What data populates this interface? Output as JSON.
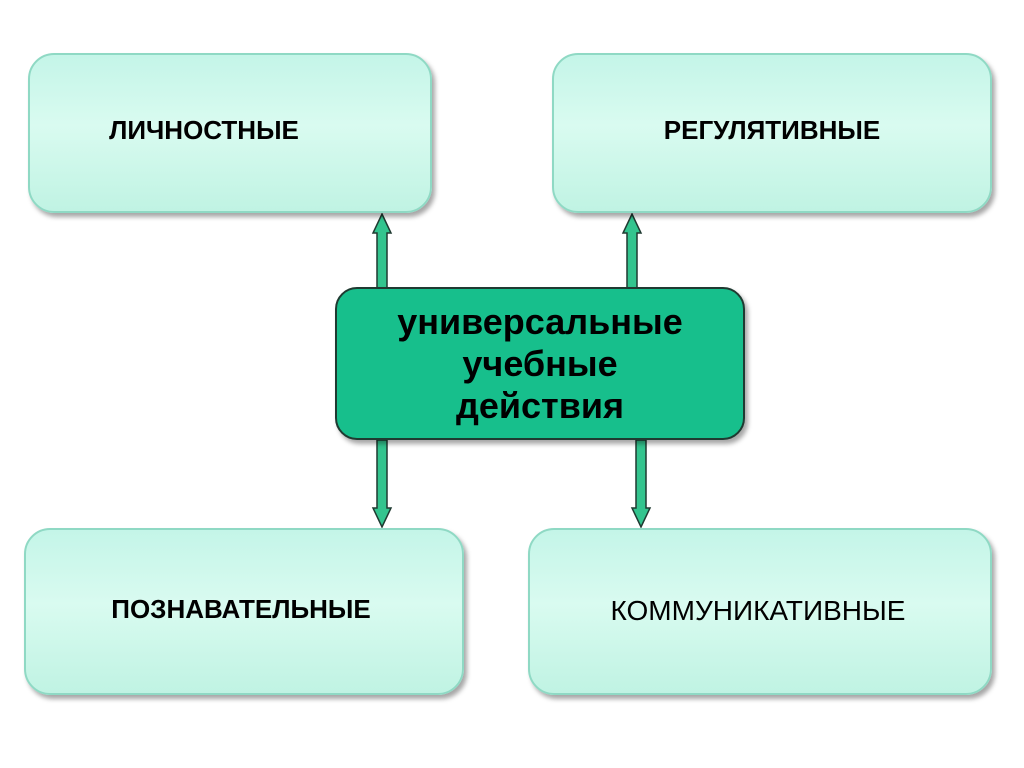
{
  "diagram": {
    "center": {
      "lines": [
        "универсальные",
        "учебные",
        "действия"
      ]
    },
    "nodes": {
      "personal": "ЛИЧНОСТНЫЕ",
      "regulative": "РЕГУЛЯТИВНЫЕ",
      "cognitive": "ПОЗНАВАТЕЛЬНЫЕ",
      "communicative": "КОММУНИКАТИВНЫЕ"
    }
  },
  "colors": {
    "center_fill": "#17bf8c",
    "node_fill": "#c4f5e8",
    "node_border": "#8fd9c4",
    "arrow_fill": "#33c48e",
    "arrow_stroke": "#1f3a31"
  }
}
